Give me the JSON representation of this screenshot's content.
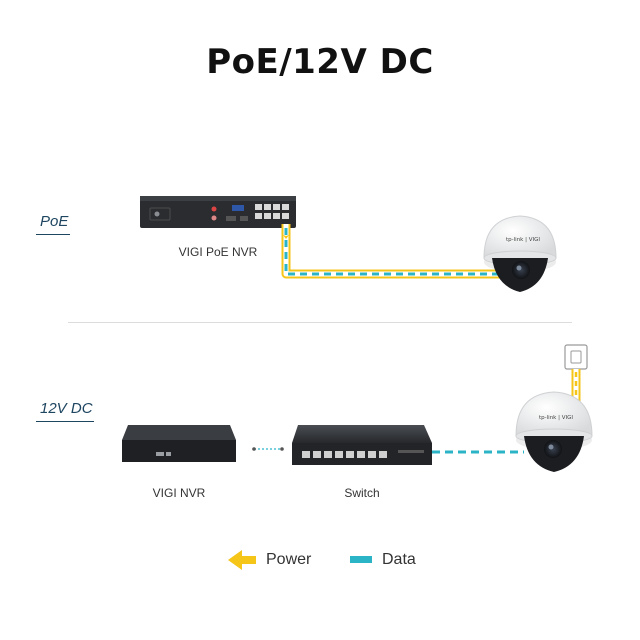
{
  "title": "PoE/12V DC",
  "sections": {
    "poe": {
      "label": "PoE",
      "nvr_label": "VIGI PoE NVR"
    },
    "dc": {
      "label": "12V DC",
      "nvr_label": "VIGI NVR",
      "switch_label": "Switch"
    }
  },
  "camera_brand": "tp-link | VIGI",
  "legend": {
    "power": "Power",
    "data": "Data"
  },
  "colors": {
    "power": "#f5c518",
    "data": "#2bb3c6",
    "device": "#2a2c30",
    "section_label": "#1e4660"
  }
}
